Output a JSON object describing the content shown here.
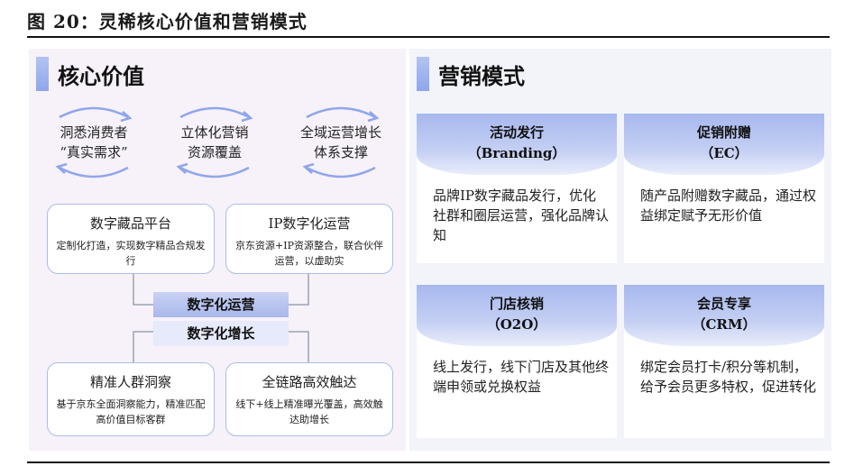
{
  "figure": {
    "title": "图 20：灵稀核心价值和营销模式"
  },
  "core_value": {
    "heading": "核心价值",
    "cycles": [
      {
        "line1": "洞悉消费者",
        "line2": "“真实需求”"
      },
      {
        "line1": "立体化营销",
        "line2": "资源覆盖"
      },
      {
        "line1": "全域运营增长",
        "line2": "体系支撑"
      }
    ],
    "cards_top": [
      {
        "title": "数字藏品平台",
        "desc": "定制化打造，实现数字精品合规发行"
      },
      {
        "title": "IP数字化运营",
        "desc": "京东资源+IP资源整合，联合伙伴运营，以虚助实"
      }
    ],
    "center_top": "数字化运营",
    "center_bottom": "数字化增长",
    "cards_bottom": [
      {
        "title": "精准人群洞察",
        "desc": "基于京东全面洞察能力，精准匹配高价值目标客群"
      },
      {
        "title": "全链路高效触达",
        "desc": "线下+线上精准曝光覆盖，高效触达助增长"
      }
    ]
  },
  "marketing": {
    "heading": "营销模式",
    "cards": [
      {
        "title": "活动发行",
        "sub": "（Branding）",
        "desc": "品牌IP数字藏品发行，优化社群和圈层运营，强化品牌认知"
      },
      {
        "title": "促销附赠",
        "sub": "（EC）",
        "desc": "随产品附赠数字藏品，通过权益绑定赋予无形价值"
      },
      {
        "title": "门店核销",
        "sub": "（O2O）",
        "desc": "线上发行，线下门店及其他终端申领或兑换权益"
      },
      {
        "title": "会员专享",
        "sub": "（CRM）",
        "desc": "绑定会员打卡/积分等机制，给予会员更多特权，促进转化"
      }
    ]
  },
  "colors": {
    "accent": "#8fa6ea",
    "left_bg": "#f7f1f9",
    "right_bg": "#f2f4fa",
    "card_border": "#aabde8"
  }
}
